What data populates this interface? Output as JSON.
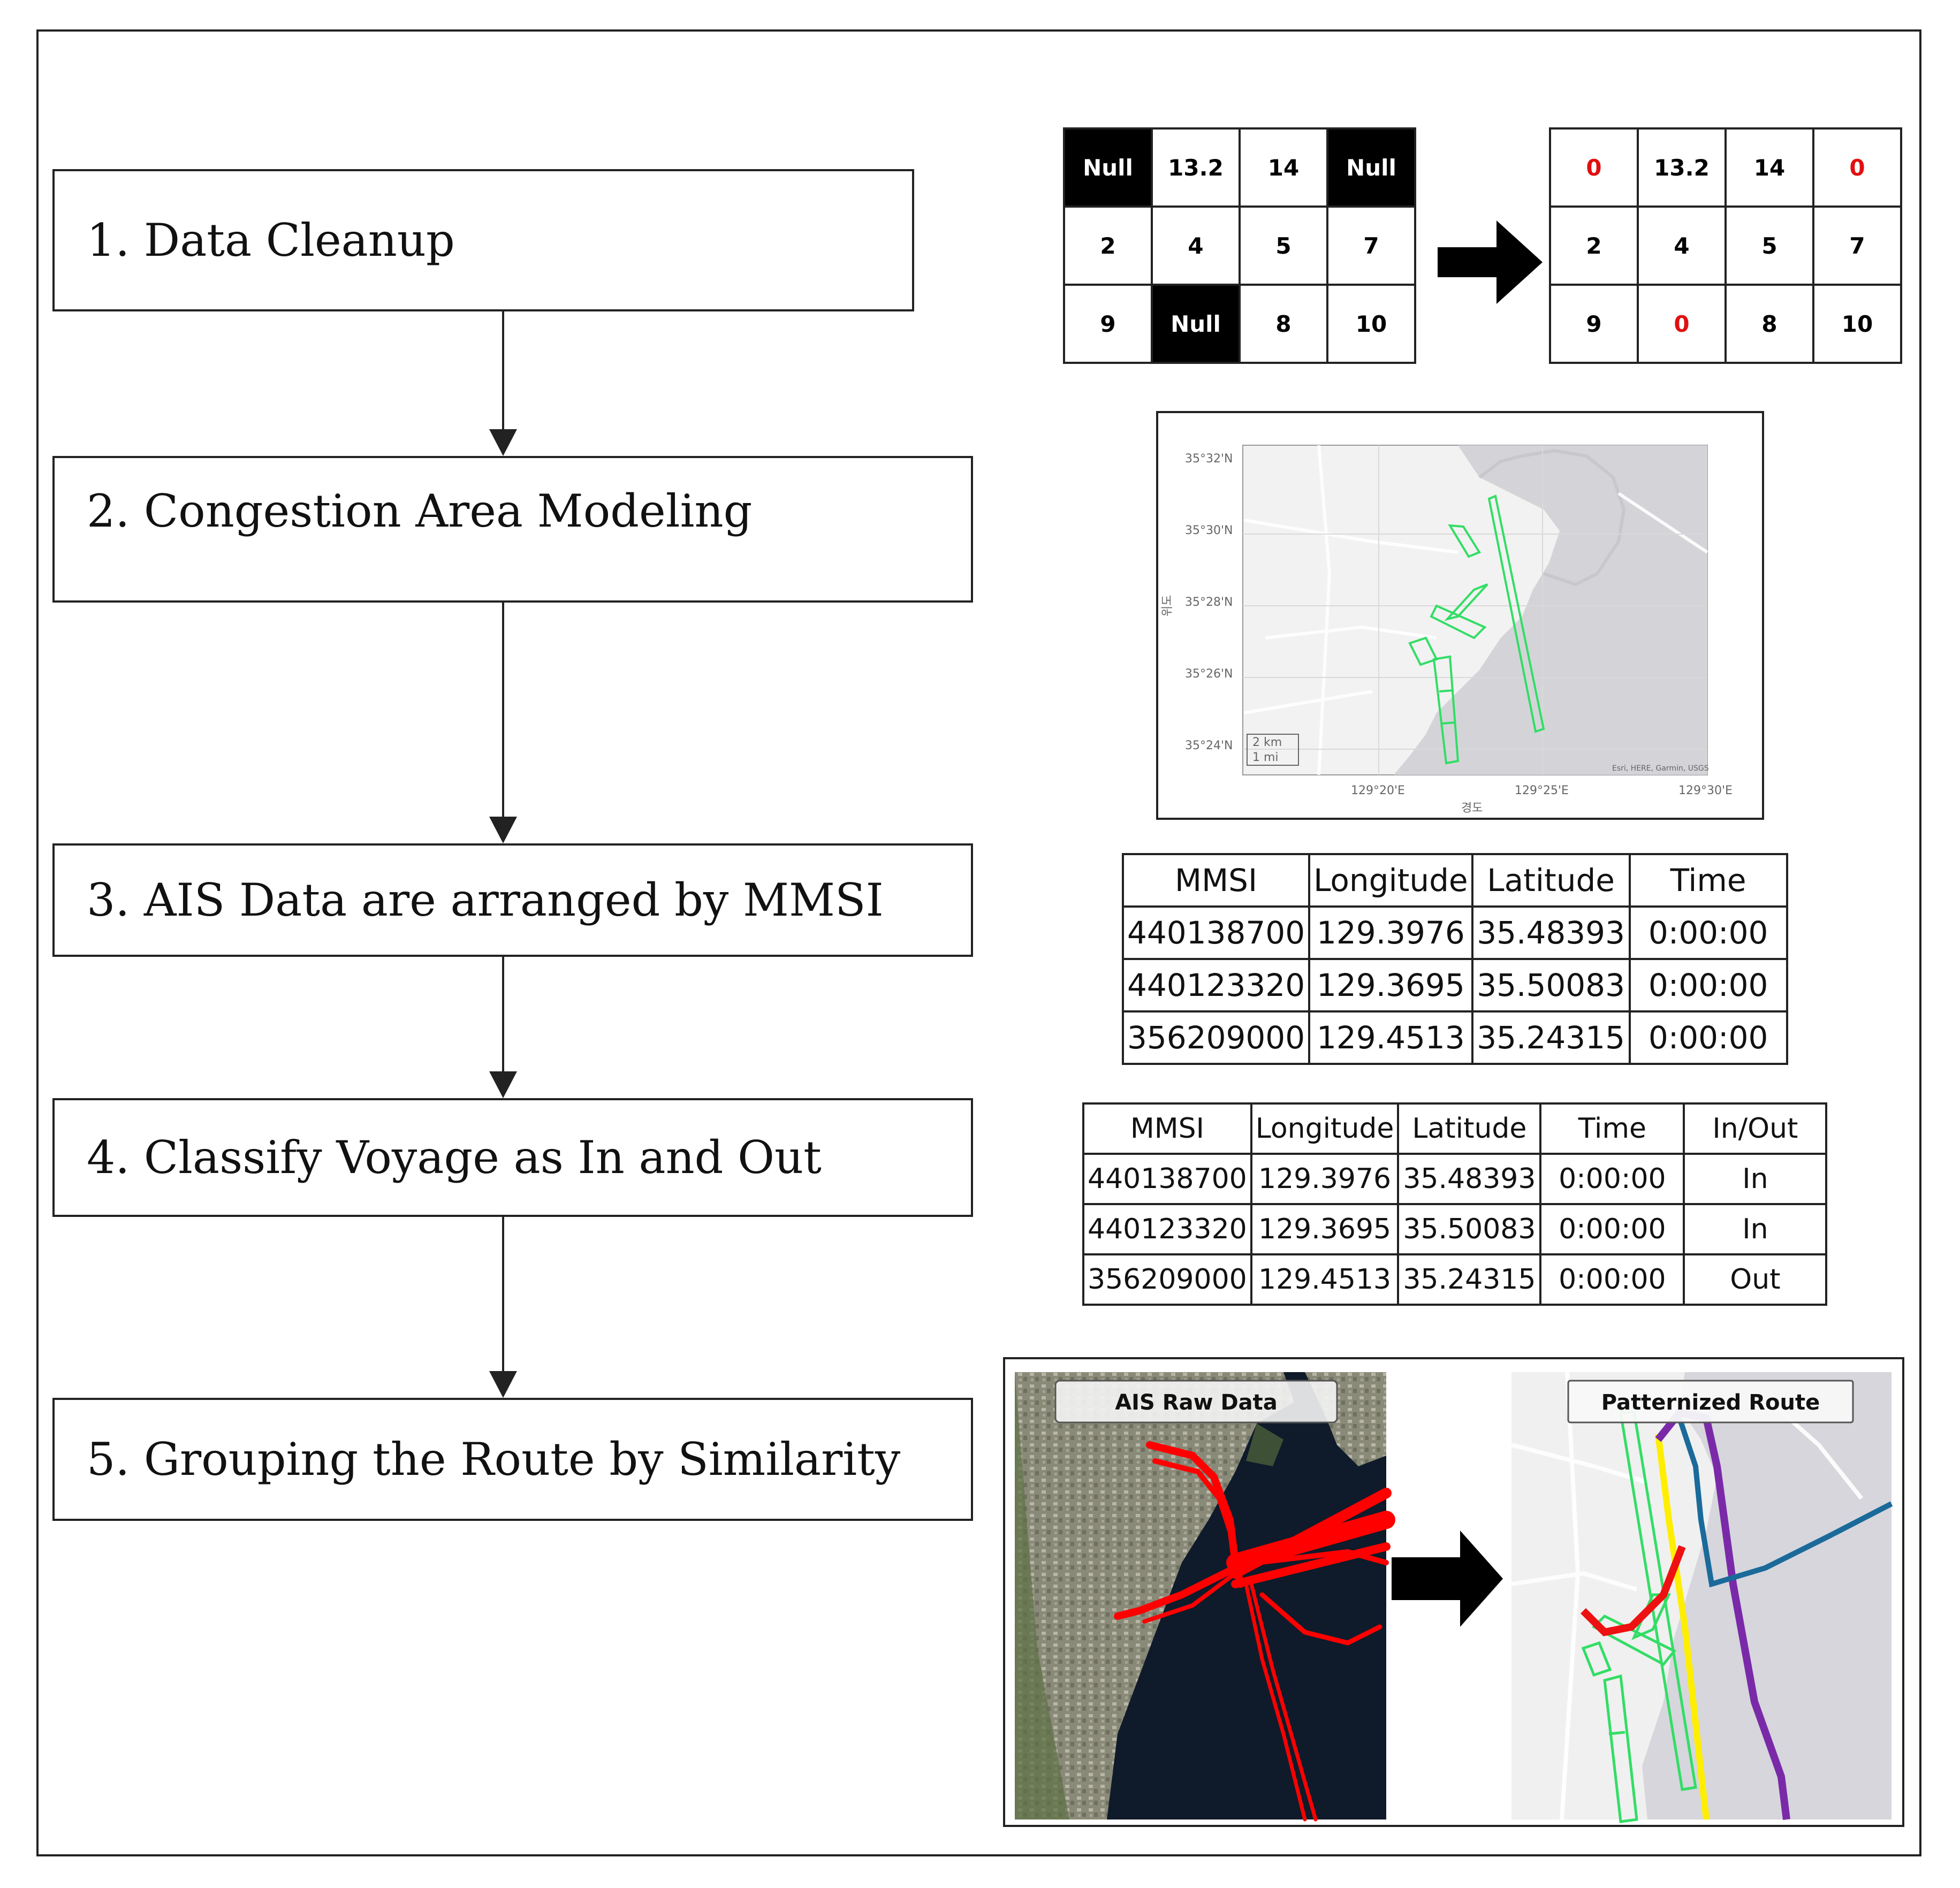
{
  "steps": [
    {
      "id": "data-cleanup",
      "label": "1. Data Cleanup"
    },
    {
      "id": "congestion",
      "label": "2. Congestion Area Modeling"
    },
    {
      "id": "arrange",
      "label": "3.  AIS  Data  are  arranged  by  MMSI"
    },
    {
      "id": "classify",
      "label": "4.  Classify Voyage as In and Out"
    },
    {
      "id": "grouping",
      "label": "5.  Grouping the Route by Similarity"
    }
  ],
  "cleanup": {
    "before": [
      [
        "Null",
        "13.2",
        "14",
        "Null"
      ],
      [
        "2",
        "4",
        "5",
        "7"
      ],
      [
        "9",
        "Null",
        "8",
        "10"
      ]
    ],
    "after": [
      [
        "0",
        "13.2",
        "14",
        "0"
      ],
      [
        "2",
        "4",
        "5",
        "7"
      ],
      [
        "9",
        "0",
        "8",
        "10"
      ]
    ]
  },
  "map": {
    "lat_ticks": [
      "35°32'N",
      "35°30'N",
      "35°28'N",
      "35°26'N",
      "35°24'N"
    ],
    "lon_ticks": [
      "129°20'E",
      "129°25'E",
      "129°30'E"
    ],
    "ylabel": "위도",
    "xlabel": "경도",
    "scale_km": "2 km",
    "scale_mi": "1 mi",
    "attribution": "Esri, HERE, Garmin, USGS"
  },
  "table1": {
    "headers": [
      "MMSI",
      "Longitude",
      "Latitude",
      "Time"
    ],
    "rows": [
      [
        "440138700",
        "129.3976",
        "35.48393",
        "0:00:00"
      ],
      [
        "440123320",
        "129.3695",
        "35.50083",
        "0:00:00"
      ],
      [
        "356209000",
        "129.4513",
        "35.24315",
        "0:00:00"
      ]
    ]
  },
  "table2": {
    "headers": [
      "MMSI",
      "Longitude",
      "Latitude",
      "Time",
      "In/Out"
    ],
    "rows": [
      [
        "440138700",
        "129.3976",
        "35.48393",
        "0:00:00",
        "In"
      ],
      [
        "440123320",
        "129.3695",
        "35.50083",
        "0:00:00",
        "In"
      ],
      [
        "356209000",
        "129.4513",
        "35.24315",
        "0:00:00",
        "Out"
      ]
    ]
  },
  "routes": {
    "raw_label": "AIS Raw Data",
    "pattern_label": "Patternized Route"
  },
  "colors": {
    "raw_track": "#ff0000",
    "channel": "#33dd66",
    "route_yellow": "#ffee00",
    "route_purple": "#7a2aa8",
    "route_blue": "#1a6a9a",
    "route_red": "#ee1111",
    "null_value": "#e01010"
  }
}
